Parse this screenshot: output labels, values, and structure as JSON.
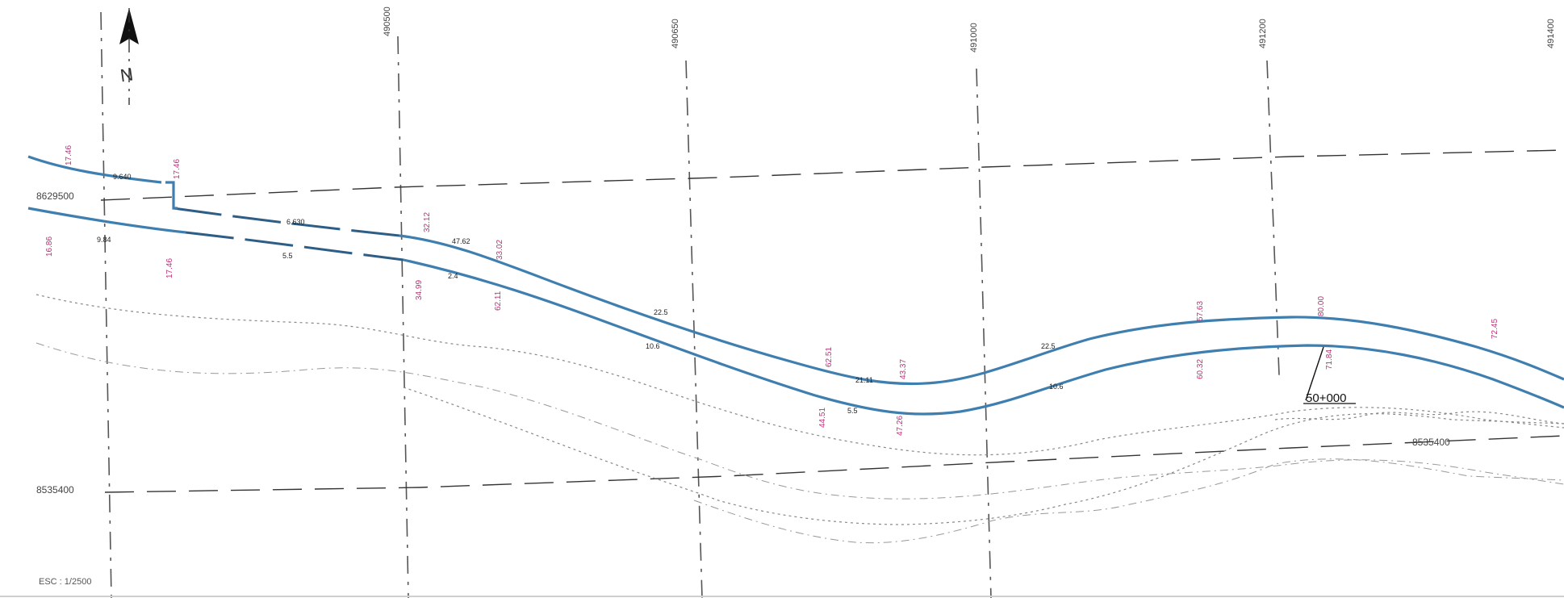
{
  "grid": {
    "easting_labels": [
      "490500",
      "490650",
      "491000",
      "491200",
      "491400"
    ],
    "northing_labels": [
      "8629500",
      "8535400",
      "8535400"
    ]
  },
  "north_arrow": {
    "label": "N"
  },
  "scale": {
    "text": "ESC : 1/2500"
  },
  "stationing": {
    "label": "50+000"
  },
  "station_marks": [
    "9.640",
    "9.84",
    "6.630",
    "5.5",
    "47.62",
    "2.4",
    "22.5",
    "10.6",
    "21.11",
    "5.5",
    "22.5",
    "10.6"
  ],
  "elevations": [
    "17.46",
    "16.86",
    "17.46",
    "17.46",
    "32.12",
    "34.99",
    "33.02",
    "62.11",
    "62.51",
    "44.51",
    "43.37",
    "47.26",
    "57.63",
    "60.32",
    "80.00",
    "71.84",
    "72.45"
  ]
}
